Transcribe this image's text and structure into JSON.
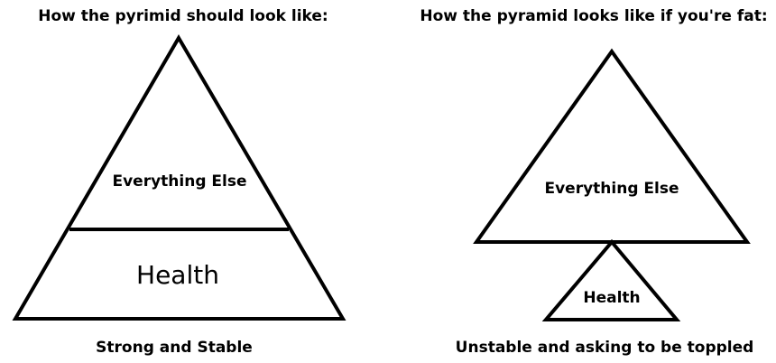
{
  "left": {
    "heading": "How the pyrimid should look like:",
    "top_section": "Everything Else",
    "bottom_section": "Health",
    "caption": "Strong and Stable"
  },
  "right": {
    "heading": "How the pyramid looks like if you're fat:",
    "top_triangle": "Everything Else",
    "bottom_triangle": "Health",
    "caption": "Unstable and asking to be toppled"
  },
  "colors": {
    "stroke": "#000000",
    "background": "#ffffff",
    "text": "#000000"
  }
}
